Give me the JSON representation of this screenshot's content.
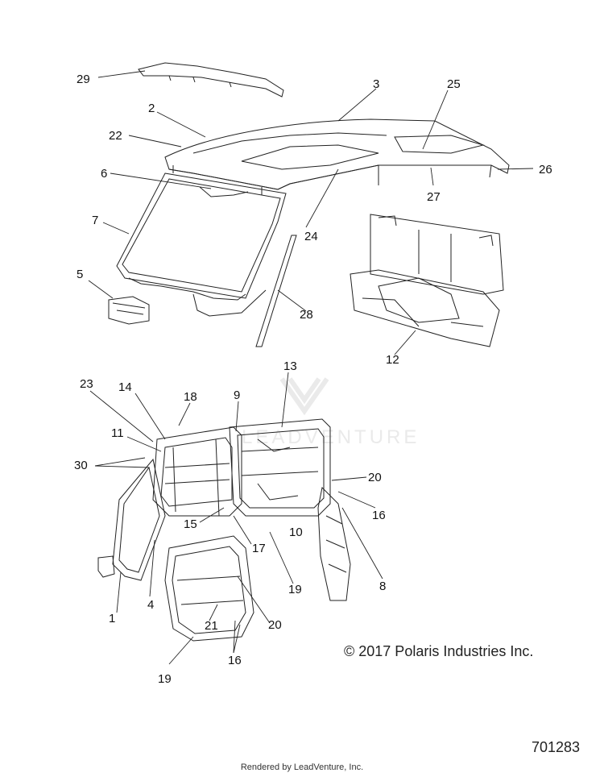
{
  "callouts": [
    {
      "id": "29",
      "text": "29"
    },
    {
      "id": "3",
      "text": "3"
    },
    {
      "id": "25",
      "text": "25"
    },
    {
      "id": "2",
      "text": "2"
    },
    {
      "id": "22",
      "text": "22"
    },
    {
      "id": "6",
      "text": "6"
    },
    {
      "id": "26",
      "text": "26"
    },
    {
      "id": "27",
      "text": "27"
    },
    {
      "id": "7",
      "text": "7"
    },
    {
      "id": "24",
      "text": "24"
    },
    {
      "id": "5",
      "text": "5"
    },
    {
      "id": "28",
      "text": "28"
    },
    {
      "id": "12",
      "text": "12"
    },
    {
      "id": "13",
      "text": "13"
    },
    {
      "id": "23",
      "text": "23"
    },
    {
      "id": "14",
      "text": "14"
    },
    {
      "id": "18",
      "text": "18"
    },
    {
      "id": "9",
      "text": "9"
    },
    {
      "id": "11",
      "text": "11"
    },
    {
      "id": "30",
      "text": "30"
    },
    {
      "id": "20a",
      "text": "20"
    },
    {
      "id": "16a",
      "text": "16"
    },
    {
      "id": "15",
      "text": "15"
    },
    {
      "id": "10",
      "text": "10"
    },
    {
      "id": "17",
      "text": "17"
    },
    {
      "id": "19a",
      "text": "19"
    },
    {
      "id": "8",
      "text": "8"
    },
    {
      "id": "4",
      "text": "4"
    },
    {
      "id": "1",
      "text": "1"
    },
    {
      "id": "21",
      "text": "21"
    },
    {
      "id": "20b",
      "text": "20"
    },
    {
      "id": "16b",
      "text": "16"
    },
    {
      "id": "19b",
      "text": "19"
    }
  ],
  "watermark": "LEADVENTURE",
  "copyright": "© 2017 Polaris Industries Inc.",
  "drawing_number": "701283",
  "footer": "Rendered by LeadVenture, Inc.",
  "colors": {
    "line": "#222222",
    "watermark": "#e6e6e6"
  }
}
